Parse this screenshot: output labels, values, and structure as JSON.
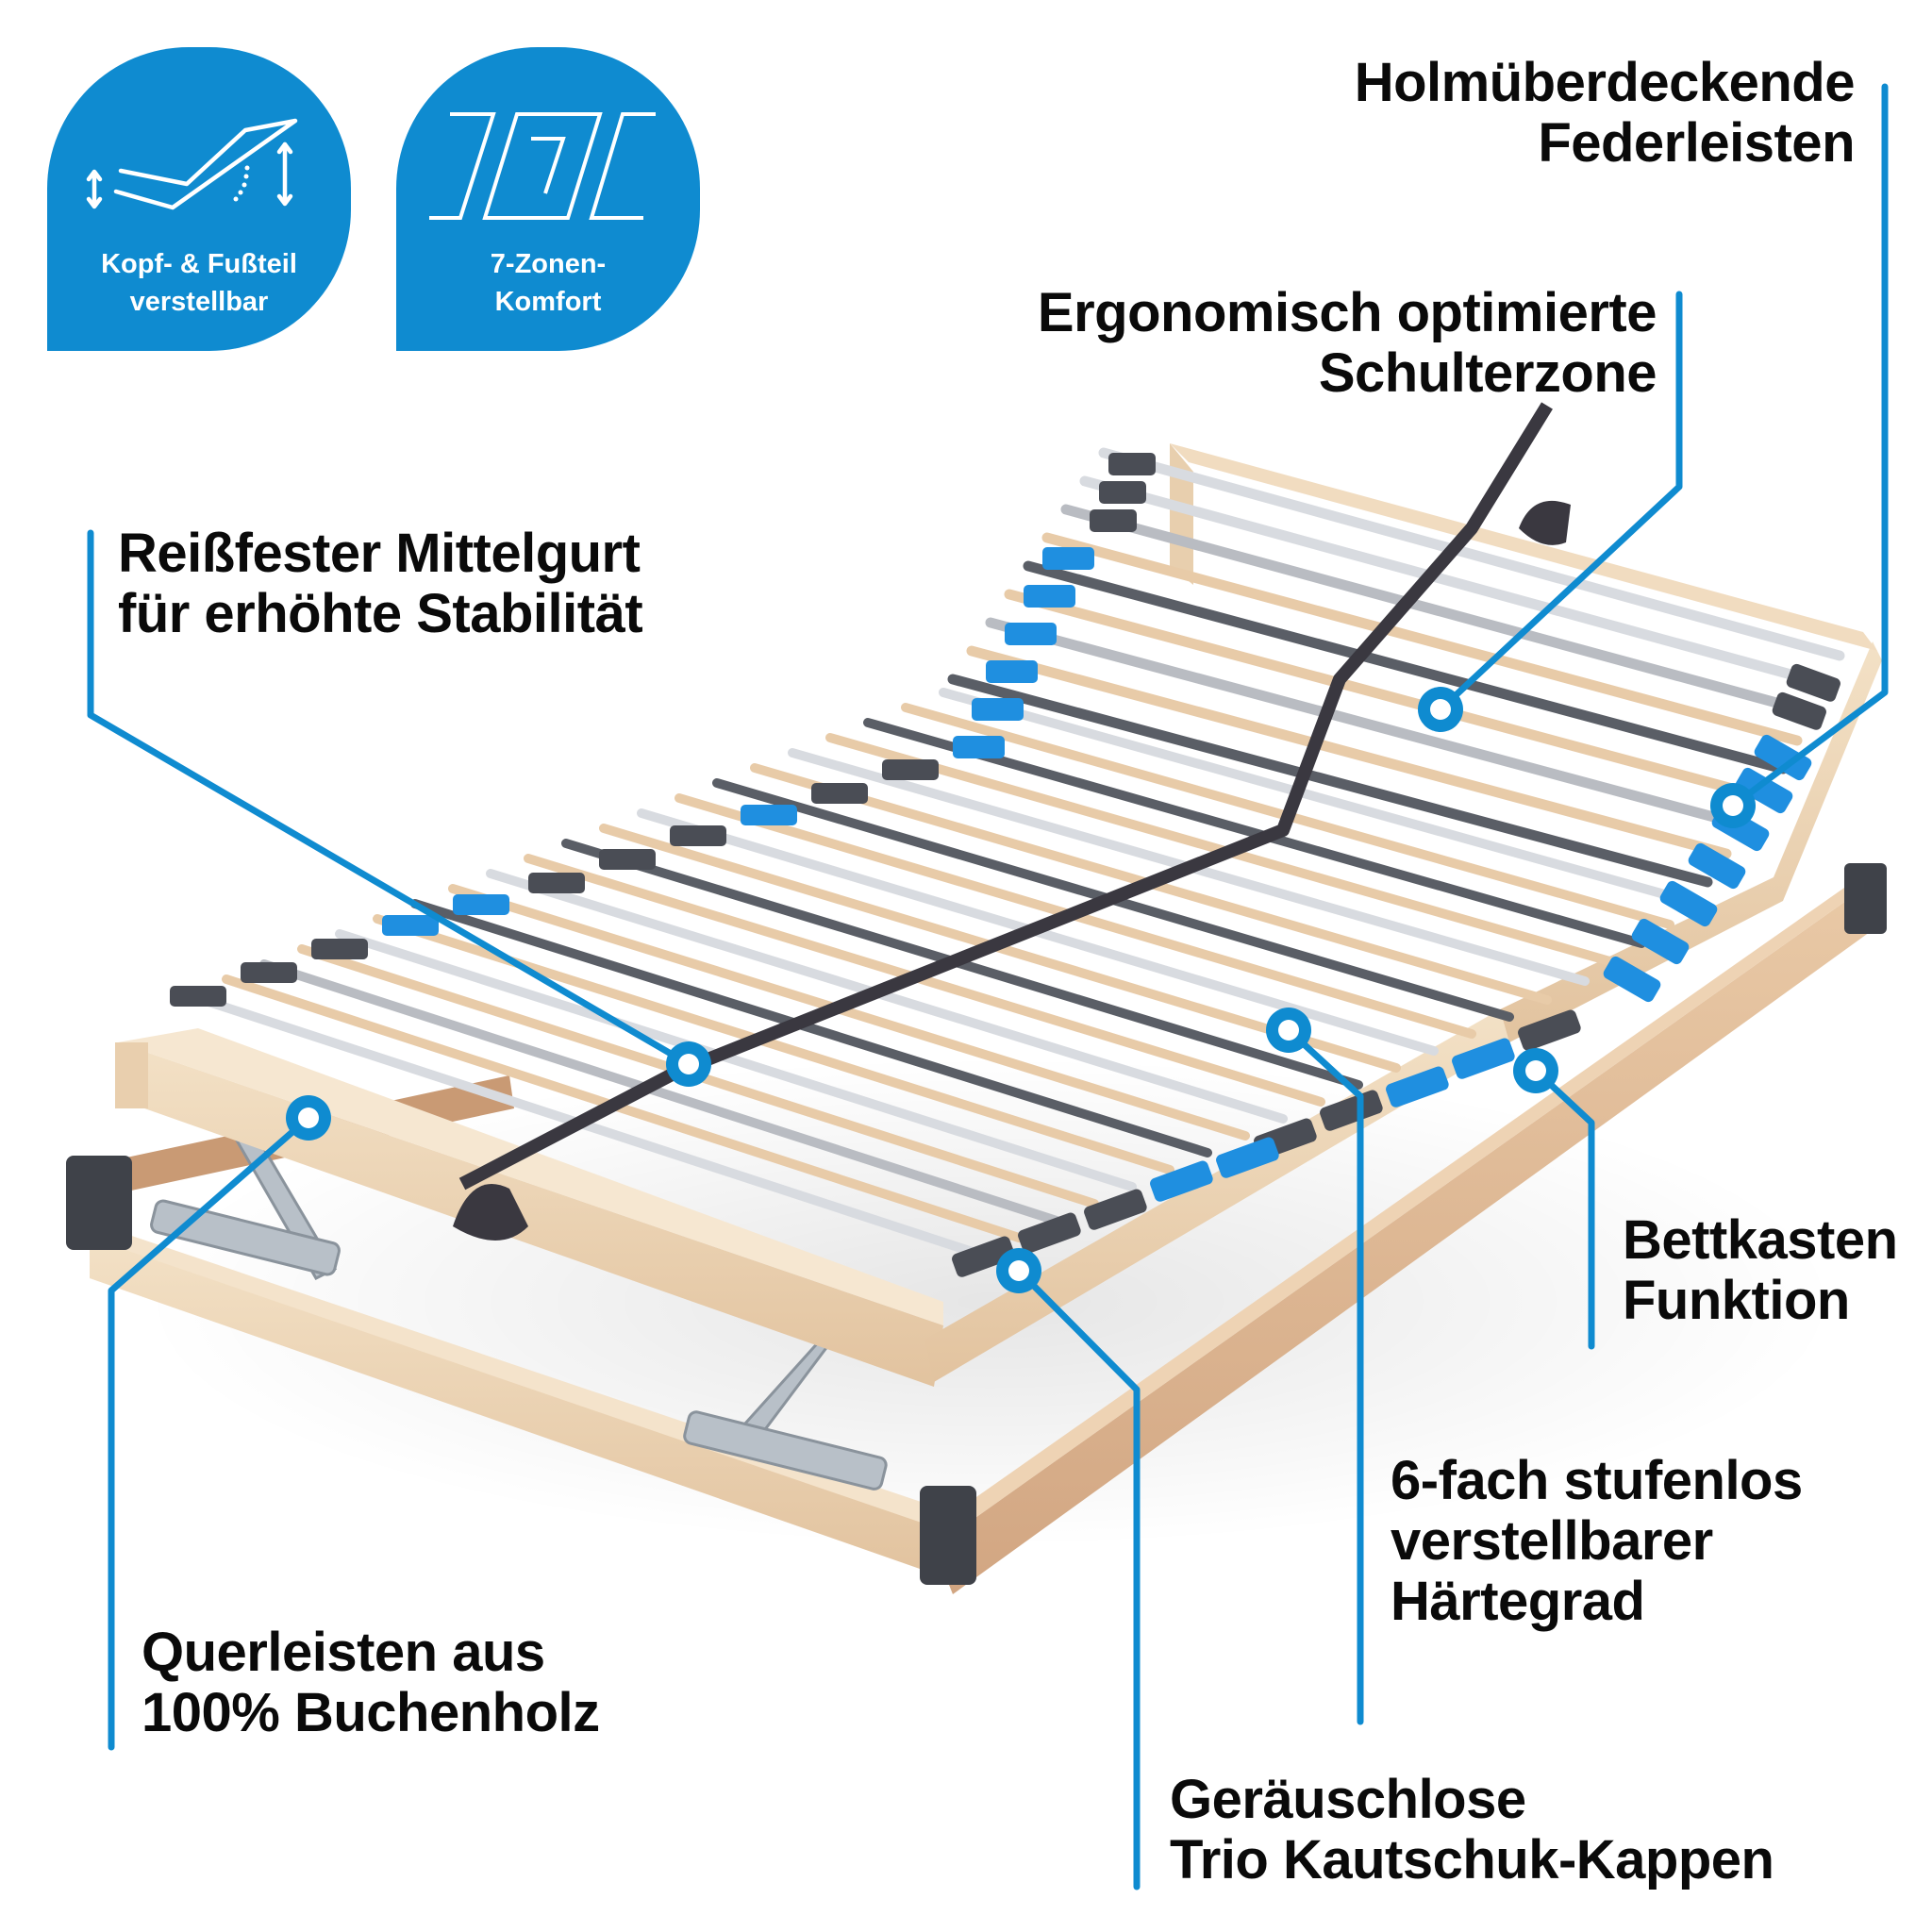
{
  "colors": {
    "accent": "#0f8bd0",
    "text": "#0a0a0a",
    "wood_light": "#efd9bb",
    "wood_dark": "#d9b08c",
    "cap_dark": "#4a4d55",
    "cap_blue": "#1f8fe0",
    "slat_grey": "#b9bcc2"
  },
  "badges": [
    {
      "icon": "adjustable-head-foot-icon",
      "lines": [
        "Kopf- & Fußteil",
        "verstellbar"
      ]
    },
    {
      "icon": "seven-zones-icon",
      "icon_digit": "7",
      "lines": [
        "7-Zonen-",
        "Komfort"
      ]
    }
  ],
  "callouts": [
    {
      "id": "federleisten",
      "lines": [
        "Holmüberdeckende",
        "Federleisten"
      ]
    },
    {
      "id": "schulterzone",
      "lines": [
        "Ergonomisch optimierte",
        "Schulterzone"
      ]
    },
    {
      "id": "mittelgurt",
      "lines": [
        "Reißfester Mittelgurt",
        "für erhöhte Stabilität"
      ]
    },
    {
      "id": "bettkasten",
      "lines": [
        "Bettkasten",
        "Funktion"
      ]
    },
    {
      "id": "haertegrad",
      "lines": [
        "6-fach stufenlos",
        "verstellbarer",
        "Härtegrad"
      ]
    },
    {
      "id": "querleisten",
      "lines": [
        "Querleisten aus",
        "100% Buchenholz"
      ]
    },
    {
      "id": "kappen",
      "lines": [
        "Geräuschlose",
        "Trio Kautschuk-Kappen"
      ]
    }
  ]
}
